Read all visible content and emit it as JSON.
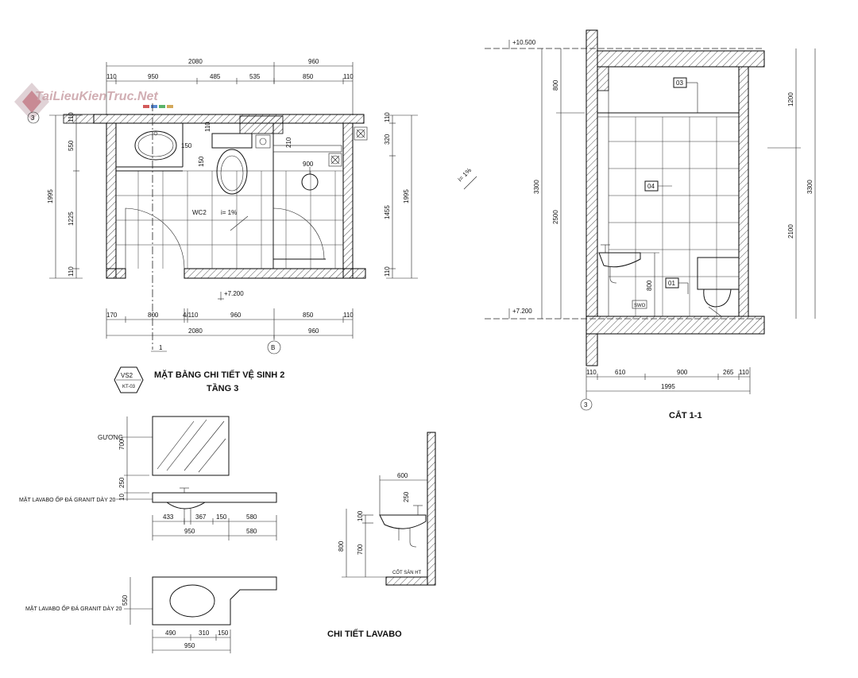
{
  "watermark": "TaiLieuKienTruc.Net",
  "plan": {
    "title": "MẶT BẰNG CHI TIẾT VỆ SINH 2",
    "subtitle": "TẦNG 3",
    "tag_top": "VS2",
    "tag_bottom": "KT-03",
    "top_dims_total": [
      "2080",
      "960"
    ],
    "top_dims": [
      "110",
      "950",
      "485",
      "535",
      "850",
      "110"
    ],
    "bottom_dims": [
      "170",
      "800",
      "4/110",
      "960",
      "850",
      "110"
    ],
    "bottom_dims_total": [
      "2080",
      "960"
    ],
    "left_dims_total": "1995",
    "left_dims": [
      "110",
      "550",
      "1225",
      "110"
    ],
    "right_dims_total": "1995",
    "right_dims": [
      "110",
      "320",
      "1455",
      "110"
    ],
    "inner_dims": [
      "150",
      "150",
      "110",
      "210",
      "900"
    ],
    "room_label": "WC2",
    "slope": "i= 1%",
    "level": "+7.200",
    "grid_1": "1",
    "grid_b": "B",
    "grid_3": "3"
  },
  "section": {
    "title": "CẮT 1-1",
    "level_top": "+10.500",
    "level_bottom": "+7.200",
    "left_dims": [
      "800",
      "2500"
    ],
    "left_total": "3300",
    "right_dims": [
      "1200",
      "2100"
    ],
    "right_total": "3300",
    "sink_height": "800",
    "tags": [
      "03",
      "04",
      "01"
    ],
    "bottom_dims": [
      "110",
      "610",
      "900",
      "265",
      "110"
    ],
    "bottom_total": "1995",
    "grid": "3",
    "slope": "i= 1%",
    "plate": "SWO"
  },
  "detail": {
    "title": "CHI TIẾT LAVABO",
    "mirror_label": "GƯƠNG",
    "counter_label": "MẶT LAVABO ỐP ĐÁ GRANIT DÀY 20",
    "counter_label2": "MẶT LAVABO ỐP ĐÁ GRANIT DÀY 20",
    "elev_left_dims": [
      "700",
      "250",
      "10"
    ],
    "elev_bottom_dims": [
      "433",
      "367",
      "150",
      "580"
    ],
    "elev_bottom_totals": [
      "950",
      "580"
    ],
    "plan_left_dim": "550",
    "plan_bottom_dims": [
      "490",
      "310",
      "150"
    ],
    "plan_bottom_total": "950",
    "side_top_dim": "600",
    "side_dims": [
      "250",
      "100",
      "700"
    ],
    "side_total": "800",
    "floor_label": "CỐT SÀN HT"
  }
}
